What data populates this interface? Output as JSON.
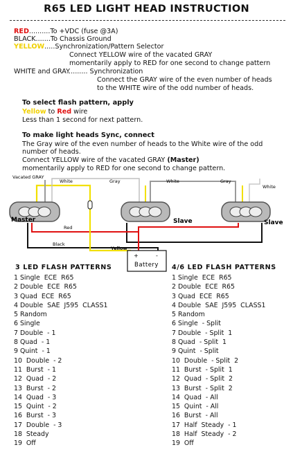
{
  "title": "R65 LED LIGHT HEAD INSTRUCTION",
  "wires": {
    "red_label": "RED",
    "red_text": "..........To +VDC (fuse @3A)",
    "black_text": "BLACK.......To Chassis Ground",
    "yellow_label": "YELLOW",
    "yellow_text": ".....Synchronization/Pattern Selector",
    "yellow_note1": "Connect YELLOW wire of  the vacated GRAY",
    "yellow_note2": "momentarily apply to RED for one second to change pattern",
    "wg_text": "WHITE and GRAY......... Synchronization",
    "wg_note1": "Connect the GRAY wire of the even number of heads",
    "wg_note2": "to the WHITE wire of the odd number of heads."
  },
  "select": {
    "heading": "To select flash pattern, apply",
    "yellow": "Yellow",
    "to": " to ",
    "red": "Red",
    "wire": " wire",
    "note": "Less than 1 second for next pattern."
  },
  "sync": {
    "heading": "To make light heads Sync, connect",
    "line1": "The Gray wire of the even number of heads to the White wire of the odd",
    "line2": "number of heads.",
    "line3a": "Connect YELLOW wire of  the vacated GRAY ",
    "line3b": "(Master)",
    "line4": "momentarily apply to RED for one second to change pattern."
  },
  "diagram": {
    "vacated_gray": "Vacated GRAY",
    "white1": "White",
    "gray1": "Gray",
    "white2": "White",
    "gray2": "Gray",
    "white3": "White",
    "master": "Master",
    "slave1": "Slave",
    "slave2": "Slave",
    "red": "Red",
    "black": "Black",
    "yellow": "Yellow",
    "plus": "+",
    "minus": "-",
    "battery": "Battery",
    "colors": {
      "red": "#e01010",
      "yellow": "#f2e000",
      "gray": "#9a9a9a",
      "black": "#111111",
      "white": "#d8d8d8"
    }
  },
  "patterns3": {
    "heading": "3 LED  FLASH  PATTERNS",
    "items": [
      "1 Single  ECE  R65",
      "2 Double  ECE  R65",
      "3 Quad  ECE  R65",
      "4 Double  SAE  J595  CLASS1",
      "5 Random",
      "6 Single",
      "7 Double  - 1",
      "8 Quad  - 1",
      "9 Quint  - 1",
      "10  Double  - 2",
      "11  Burst  - 1",
      "12  Quad  - 2",
      "13  Burst  - 2",
      "14  Quad  - 3",
      "15  Quint  - 2",
      "16  Burst  - 3",
      "17  Double  - 3",
      "18  Steady",
      "19  Off"
    ]
  },
  "patterns46": {
    "heading": "4/6  LED  FLASH  PATTERNS",
    "items": [
      "1 Single  ECE  R65",
      "2 Double  ECE  R65",
      "3 Quad  ECE  R65",
      "4 Double  SAE  J595  CLASS1",
      "5 Random",
      "6 Single  - Split",
      "7 Double  - Split  1",
      "8 Quad  - Split  1",
      "9 Quint  - Split",
      "10  Double  - Split  2",
      "11  Burst  - Split  1",
      "12  Quad  - Split  2",
      "13  Burst  - Split  2",
      "14  Quad  - All",
      "15  Quint  - All",
      "16  Burst  - All",
      "17  Half  Steady  - 1",
      "18  Half  Steady  - 2",
      "19  Off"
    ]
  }
}
